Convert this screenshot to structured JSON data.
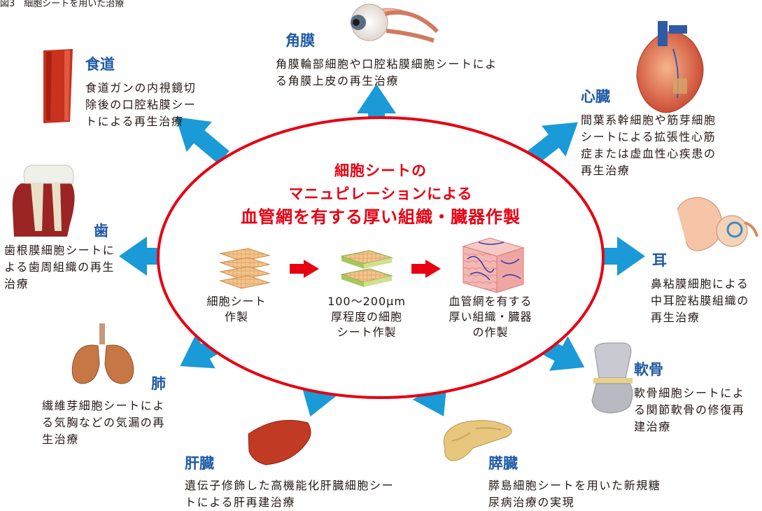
{
  "figure": {
    "caption": "図3　細胞シートを用いた治療"
  },
  "center": {
    "line1": "細胞シートの",
    "line2": "マニュピレーションによる",
    "line3": "血管網を有する厚い組織・臓器作製"
  },
  "steps": [
    {
      "text": "細胞シート\n作製"
    },
    {
      "text": "100〜200μm\n厚程度の細胞\nシート作製"
    },
    {
      "text": "血管網を有する\n厚い組織・臓器\nの作製"
    }
  ],
  "organs": {
    "cornea": {
      "name": "角膜",
      "desc": "角膜輪部細胞や口腔粘膜細胞シートによる角膜上皮の再生治療"
    },
    "esophagus": {
      "name": "食道",
      "desc": "食道ガンの内視鏡切除後の口腔粘膜シートによる再生治療"
    },
    "heart": {
      "name": "心臓",
      "desc": "間葉系幹細胞や筋芽細胞シートによる拡張性心筋症または虚血性心疾患の再生治療"
    },
    "tooth": {
      "name": "歯",
      "desc": "歯根膜細胞シートによる歯周組織の再生治療"
    },
    "ear": {
      "name": "耳",
      "desc": "鼻粘膜細胞による中耳腔粘膜組織の再生治療"
    },
    "lung": {
      "name": "肺",
      "desc": "繊維芽細胞シートによる気胸などの気漏の再生治療"
    },
    "cartilage": {
      "name": "軟骨",
      "desc": "軟骨細胞シートによる関節軟骨の修復再建治療"
    },
    "liver": {
      "name": "肝臓",
      "desc": "遺伝子修飾した高機能化肝臓細胞シートによる肝再建治療"
    },
    "pancreas": {
      "name": "膵臓",
      "desc": "膵島細胞シートを用いた新規糖尿病治療の実現"
    }
  },
  "colors": {
    "ellipse_stroke": "#e60012",
    "center_text": "#e60012",
    "organ_name": "#1f5aa6",
    "blue_arrow": "#1a9ad6",
    "red_arrow": "#e60012"
  },
  "icons": [
    "eye-icon",
    "esophagus-icon",
    "heart-icon",
    "tooth-icon",
    "ear-icon",
    "lung-icon",
    "cartilage-icon",
    "liver-icon",
    "pancreas-icon",
    "cell-sheet-stack-icon",
    "thick-sheet-icon",
    "vascular-tissue-icon"
  ]
}
